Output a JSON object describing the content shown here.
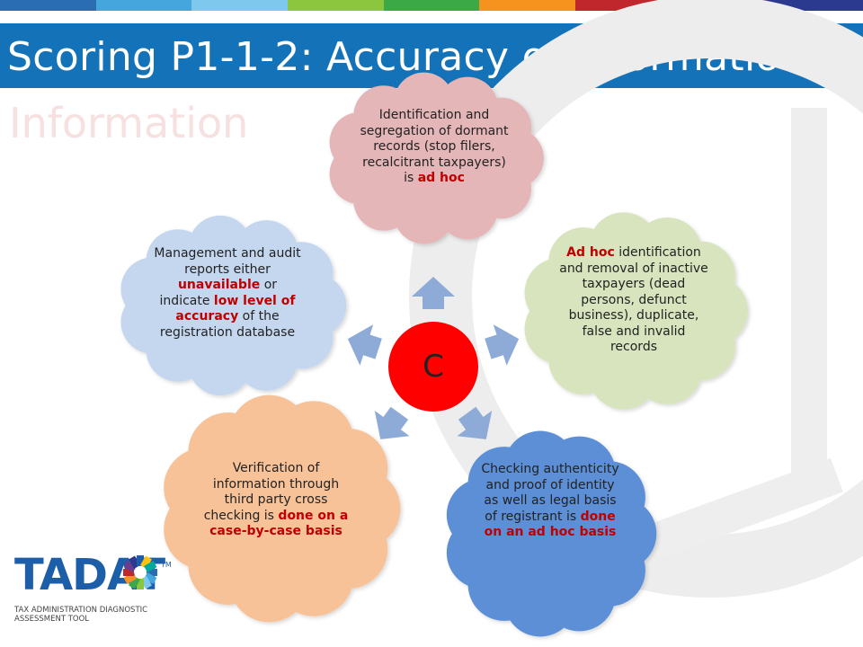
{
  "slide": {
    "title": "Scoring P1-1-2: Accuracy of Information",
    "ghost_title": "Information",
    "center_score": "C",
    "stripe_colors": [
      "#2a6db3",
      "#45a5dd",
      "#7ec8ee",
      "#8cc63f",
      "#3ba946",
      "#f6921e",
      "#c0272d",
      "#6a3d8f",
      "#2b3a8f"
    ]
  },
  "clouds": {
    "top": {
      "pre": "Identification and segregation of dormant records (stop filers, recalcitrant taxpayers) is ",
      "hl": "ad hoc",
      "color": "#e4b6b8"
    },
    "right": {
      "hl": "Ad hoc",
      "post": " identification and removal of inactive taxpayers (dead persons, defunct business), duplicate, false and invalid records",
      "color": "#d7e4bd"
    },
    "bottom_right": {
      "pre": "Checking authenticity and proof of identity as well as legal basis of registrant is ",
      "hl": "done on an ad hoc basis",
      "color": "#5b8fd6"
    },
    "bottom_left": {
      "pre": "Verification of information through third party cross checking is ",
      "hl": "done on a case-by-case basis",
      "color": "#f8c298"
    },
    "left": {
      "pre": "Management and audit reports either ",
      "hl1": "unavailable",
      "mid": " or indicate ",
      "hl2": "low level of accuracy",
      "post": " of the registration database",
      "color": "#c5d7ef"
    }
  },
  "logo": {
    "wordmark": "TADAT",
    "tm": "TM",
    "tagline_line1": "TAX ADMINISTRATION DIAGNOSTIC",
    "tagline_line2": "ASSESSMENT TOOL",
    "wheel_colors": [
      "#2a6db3",
      "#45a5dd",
      "#7ec8ee",
      "#8cc63f",
      "#3ba946",
      "#f6921e",
      "#c0272d",
      "#6a3d8f",
      "#2b3a8f",
      "#1d5ea8",
      "#ffc20e",
      "#00a99d"
    ]
  },
  "arrow_color": "#8eaad6"
}
